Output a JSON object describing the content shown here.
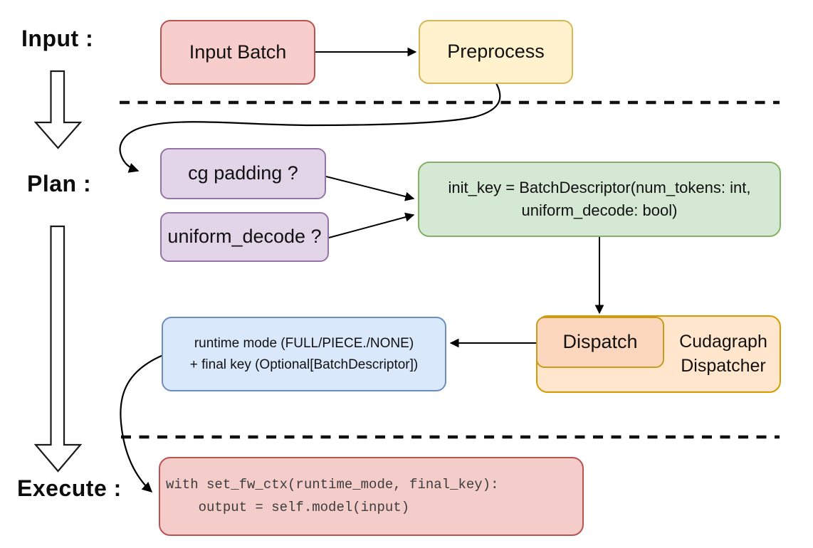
{
  "stages": {
    "input_label": "Input :",
    "plan_label": "Plan :",
    "execute_label": "Execute :"
  },
  "nodes": {
    "input_batch": {
      "label": "Input Batch"
    },
    "preprocess": {
      "label": "Preprocess"
    },
    "cg_padding": {
      "label": "cg padding ?"
    },
    "uniform_decode": {
      "label": "uniform_decode ?"
    },
    "init_key": {
      "line1": "init_key = BatchDescriptor(num_tokens: int,",
      "line2": "uniform_decode: bool)"
    },
    "runtime_mode": {
      "line1": "runtime mode (FULL/PIECE./NONE)",
      "line2": "+ final key (Optional[BatchDescriptor])"
    },
    "dispatch": {
      "label": "Dispatch"
    },
    "cudagraph_dispatcher": {
      "line1": "Cudagraph",
      "line2": "Dispatcher"
    },
    "execute_code": {
      "line1": "with set_fw_ctx(runtime_mode, final_key):",
      "line2": "    output = self.model(input)"
    }
  },
  "palette": {
    "pink_fill": "#F8CECC",
    "pink_stroke": "#B85450",
    "yellow_fill": "#FFF2CC",
    "yellow_stroke": "#D6B656",
    "purple_fill": "#E1D5E7",
    "purple_stroke": "#9673A6",
    "green_fill": "#D5E8D4",
    "green_stroke": "#82B366",
    "blue_fill": "#DAE8FC",
    "blue_stroke": "#6C8EBF",
    "orange_fill": "#FFE6CC",
    "orange_stroke": "#D79B00",
    "peach_fill": "#FCD7BD",
    "peach_stroke": "#C89B1E",
    "red_fill": "#F4CCCA",
    "red_stroke": "#B85450",
    "arrow_color": "#000000"
  }
}
